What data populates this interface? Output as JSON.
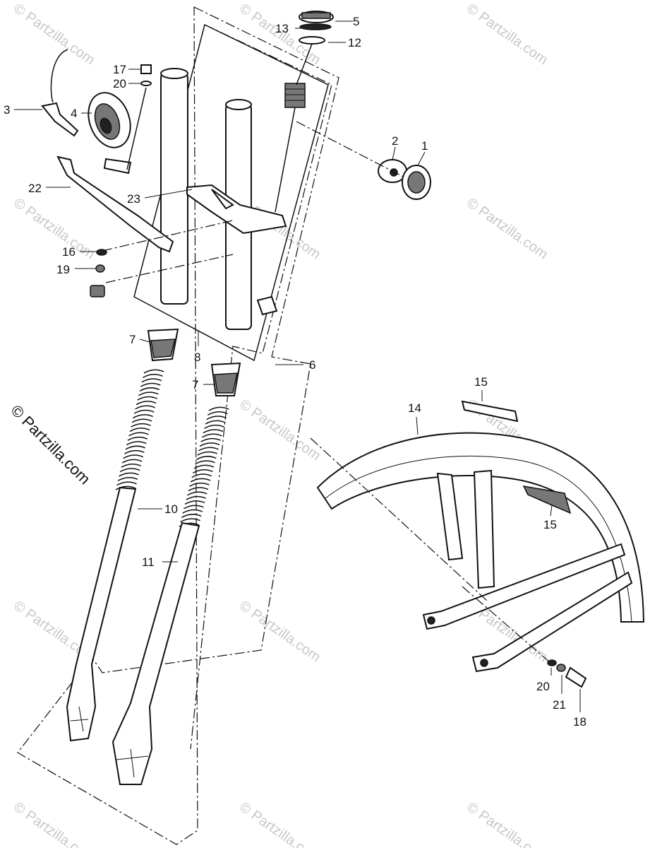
{
  "watermark": "© Partzilla.com",
  "brand": "© Partzilla.com",
  "labels": {
    "p1": "1",
    "p2": "2",
    "p3": "3",
    "p4": "4",
    "p5": "5",
    "p6": "6",
    "p7a": "7",
    "p7b": "7",
    "p8": "8",
    "p10": "10",
    "p11": "11",
    "p12": "12",
    "p13": "13",
    "p14": "14",
    "p15a": "15",
    "p15b": "15",
    "p16": "16",
    "p17": "17",
    "p18": "18",
    "p19": "19",
    "p20a": "20",
    "p20b": "20",
    "p21": "21",
    "p22": "22",
    "p23": "23"
  }
}
